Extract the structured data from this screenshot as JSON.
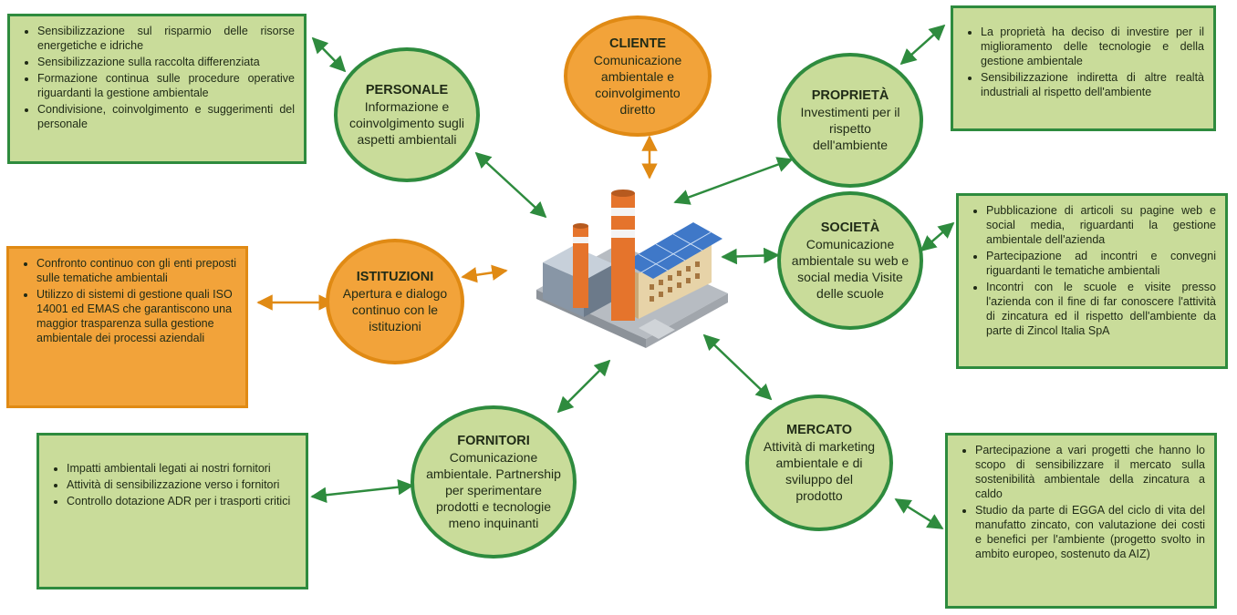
{
  "nodes": {
    "cliente": {
      "title": "CLIENTE",
      "desc": "Comunicazione ambientale e coinvolgimento diretto"
    },
    "personale": {
      "title": "PERSONALE",
      "desc": "Informazione e coinvolgimento sugli aspetti ambientali"
    },
    "proprieta": {
      "title": "PROPRIETÀ",
      "desc": "Investimenti per il rispetto dell'ambiente"
    },
    "istituzioni": {
      "title": "ISTITUZIONI",
      "desc": "Apertura e dialogo continuo con le istituzioni"
    },
    "societa": {
      "title": "SOCIETÀ",
      "desc": "Comunicazione ambientale su web e social media Visite delle scuole"
    },
    "fornitori": {
      "title": "FORNITORI",
      "desc": "Comunicazione ambientale. Partnership per sperimentare prodotti e tecnologie meno inquinanti"
    },
    "mercato": {
      "title": "MERCATO",
      "desc": "Attività di marketing ambientale e di sviluppo del prodotto"
    }
  },
  "boxes": {
    "personale": [
      "Sensibilizzazione sul risparmio delle risorse energetiche e idriche",
      "Sensibilizzazione sulla raccolta differenziata",
      "Formazione continua sulle procedure operative riguardanti la gestione ambientale",
      "Condivisione, coinvolgimento e suggerimenti del personale"
    ],
    "proprieta": [
      "La proprietà ha deciso di investire per il miglioramento delle tecnologie e della gestione ambientale",
      "Sensibilizzazione indiretta di altre realtà industriali al rispetto dell'ambiente"
    ],
    "istituzioni": [
      "Confronto continuo con gli enti preposti sulle tematiche ambientali",
      "Utilizzo di sistemi di gestione quali ISO 14001 ed EMAS che garantiscono una maggior trasparenza sulla gestione ambientale dei processi aziendali"
    ],
    "societa": [
      "Pubblicazione di articoli su pagine web e social media, riguardanti la gestione ambientale dell'azienda",
      "Partecipazione ad incontri e convegni riguardanti le tematiche ambientali",
      "Incontri con le scuole e visite presso l'azienda con il fine di far conoscere l'attività di zincatura ed il rispetto dell'ambiente da parte di Zincol Italia SpA"
    ],
    "fornitori": [
      "Impatti ambientali legati ai nostri fornitori",
      "Attività di sensibilizzazione verso i fornitori",
      "Controllo dotazione ADR per i trasporti critici"
    ],
    "mercato": [
      "Partecipazione a vari progetti che hanno lo scopo di sensibilizzare il mercato sulla sostenibilità ambientale della zincatura a caldo",
      "Studio da parte di EGGA del ciclo di vita del manufatto zincato, con valutazione dei costi e benefici per l'ambiente (progetto svolto in ambito europeo, sostenuto da AIZ)"
    ]
  },
  "colors": {
    "green": "#2e8b3e",
    "green_fill": "#c9dc9a",
    "orange": "#e08a14",
    "orange_fill": "#f2a33a"
  },
  "icons": {
    "center": "factory-icon"
  }
}
